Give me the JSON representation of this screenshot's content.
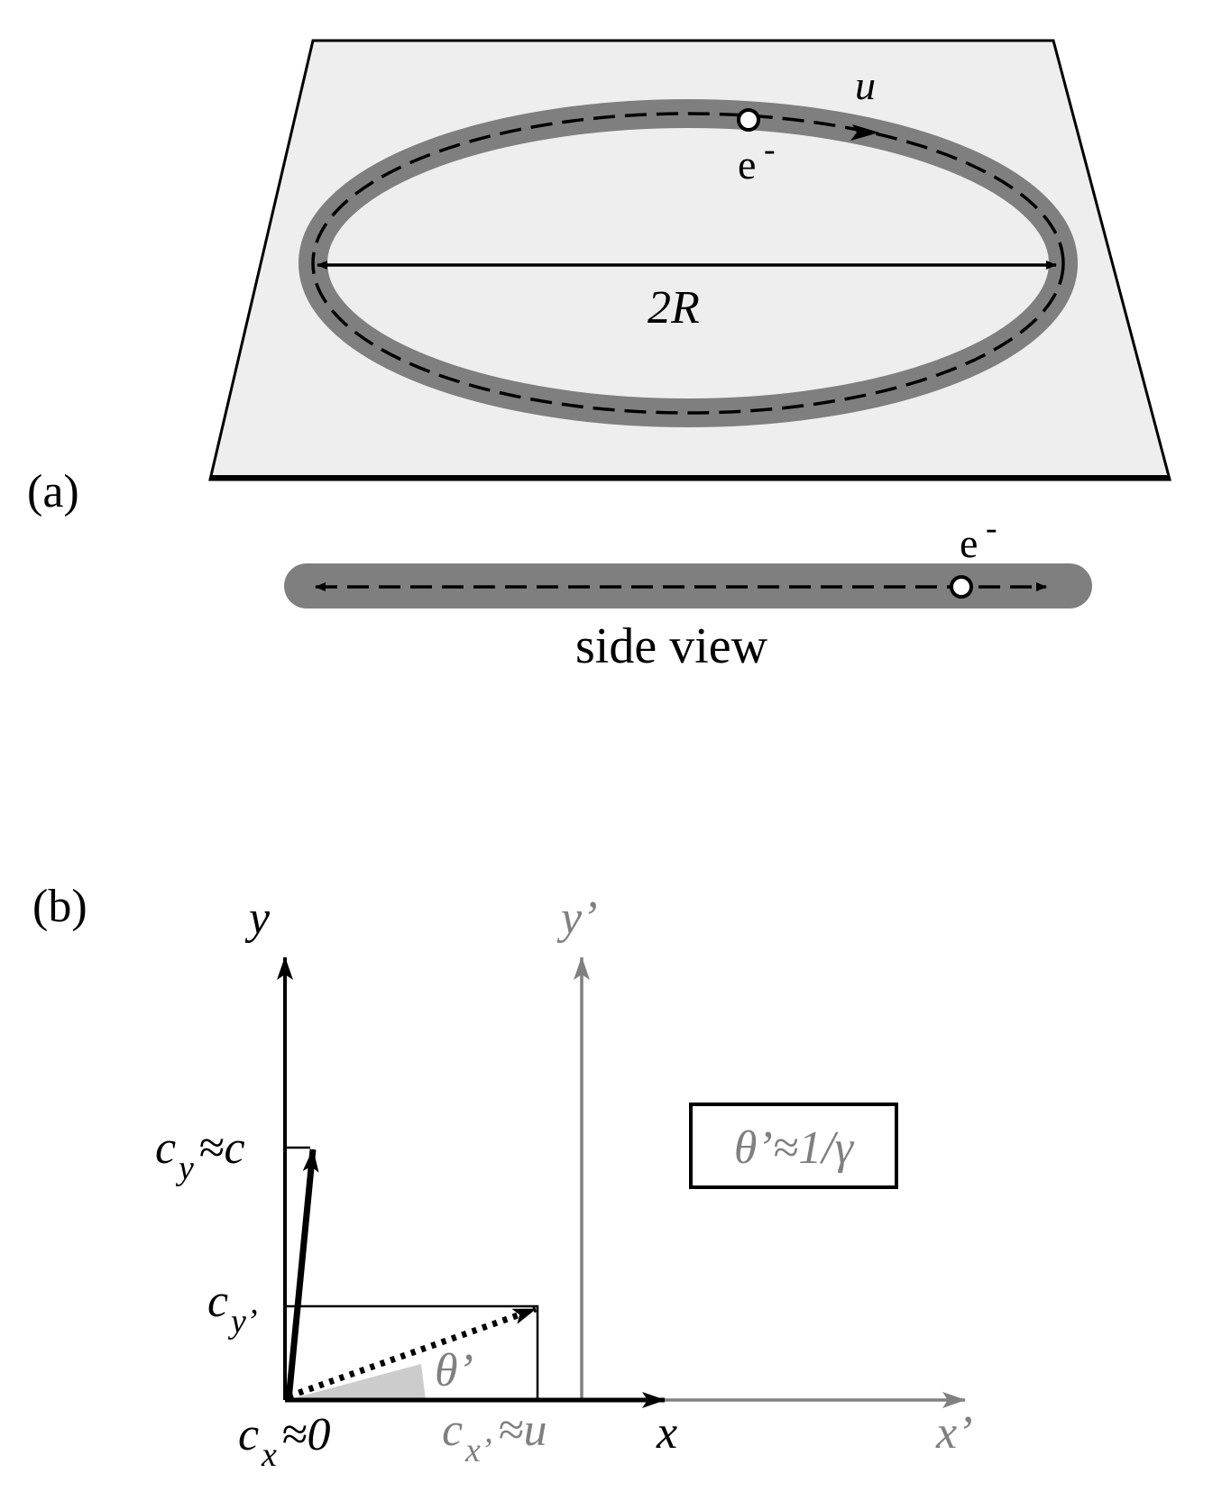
{
  "panel_a": {
    "label": "(a)",
    "velocity_label": "u",
    "electron_label": "e",
    "electron_charge": "-",
    "diameter_label": "2R",
    "side_electron_label": "e",
    "side_electron_charge": "-",
    "side_view_label": "side view"
  },
  "panel_b": {
    "label": "(b)",
    "y_label": "y",
    "y_prime_label": "y’",
    "x_label": "x",
    "x_prime_label": "x’",
    "cy_main": "c",
    "cy_sub": "y",
    "cy_rest": "≈c",
    "cyp_main": "c",
    "cyp_sub": "y’",
    "cx_main": "c",
    "cx_sub": "x",
    "cx_rest": "≈0",
    "cxp_main": "c",
    "cxp_sub": "x’",
    "cxp_rest": "≈u",
    "theta_label": "θ’",
    "box_text": "θ’≈1/γ"
  },
  "colors": {
    "plane_fill": "#eeeeee",
    "ring": "#7f7f7f",
    "primed_axes": "#808080",
    "theta_shade": "#cccccc",
    "ink": "#000000"
  }
}
